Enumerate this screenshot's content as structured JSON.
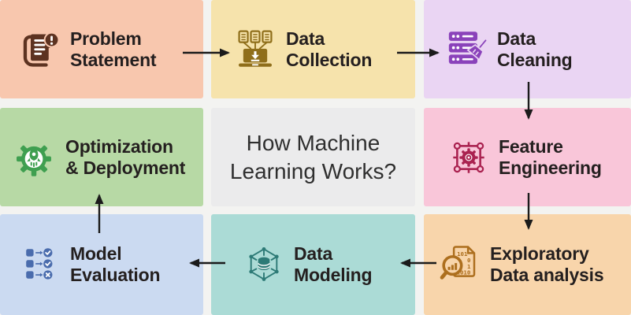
{
  "canvas": {
    "background": "#f3f3f1"
  },
  "title": {
    "line1": "How Machine",
    "line2": "Learning Works?",
    "bg": "#ebebec",
    "color": "#2f2f2f"
  },
  "label_color": "#241f1f",
  "arrows": {
    "color": "#1b1b1b",
    "connections": [
      "problem_statement → data_collection",
      "data_collection → data_cleaning",
      "data_cleaning → feature_engineering",
      "feature_engineering → exploratory_data_analysis",
      "exploratory_data_analysis → data_modeling",
      "data_modeling → model_evaluation",
      "model_evaluation → optimization_deployment"
    ]
  },
  "steps": {
    "problem_statement": {
      "label1": "Problem",
      "label2": "Statement",
      "bg": "#f8c7ae",
      "icon_color": "#5d3321",
      "icon": "scroll-alert-icon"
    },
    "data_collection": {
      "label1": "Data",
      "label2": "Collection",
      "bg": "#f6e3ac",
      "icon_color": "#8f6e1a",
      "icon": "laptop-download-icon"
    },
    "data_cleaning": {
      "label1": "Data",
      "label2": "Cleaning",
      "bg": "#ead5f3",
      "icon_color": "#8a42ba",
      "icon": "server-broom-icon"
    },
    "feature_engineering": {
      "label1": "Feature",
      "label2": "Engineering",
      "bg": "#f9c6d9",
      "icon_color": "#aa2250",
      "icon": "gear-frame-icon"
    },
    "exploratory_data_analysis": {
      "label1": "Exploratory",
      "label2": "Data analysis",
      "bg": "#f8d5ab",
      "icon_color": "#ad6f1e",
      "icon": "magnifier-document-icon"
    },
    "data_modeling": {
      "label1": "Data",
      "label2": "Modeling",
      "bg": "#abdbd6",
      "icon_color": "#2d7a76",
      "icon": "cube-database-icon"
    },
    "model_evaluation": {
      "label1": "Model",
      "label2": "Evaluation",
      "bg": "#cbdaf1",
      "icon_color": "#4a6cad",
      "icon": "checklist-validation-icon"
    },
    "optimization_deployment": {
      "label1": "Optimization",
      "label2": "& Deployment",
      "bg": "#b7d9a5",
      "icon_color": "#3f9f50",
      "icon": "gear-rocket-icon"
    }
  }
}
